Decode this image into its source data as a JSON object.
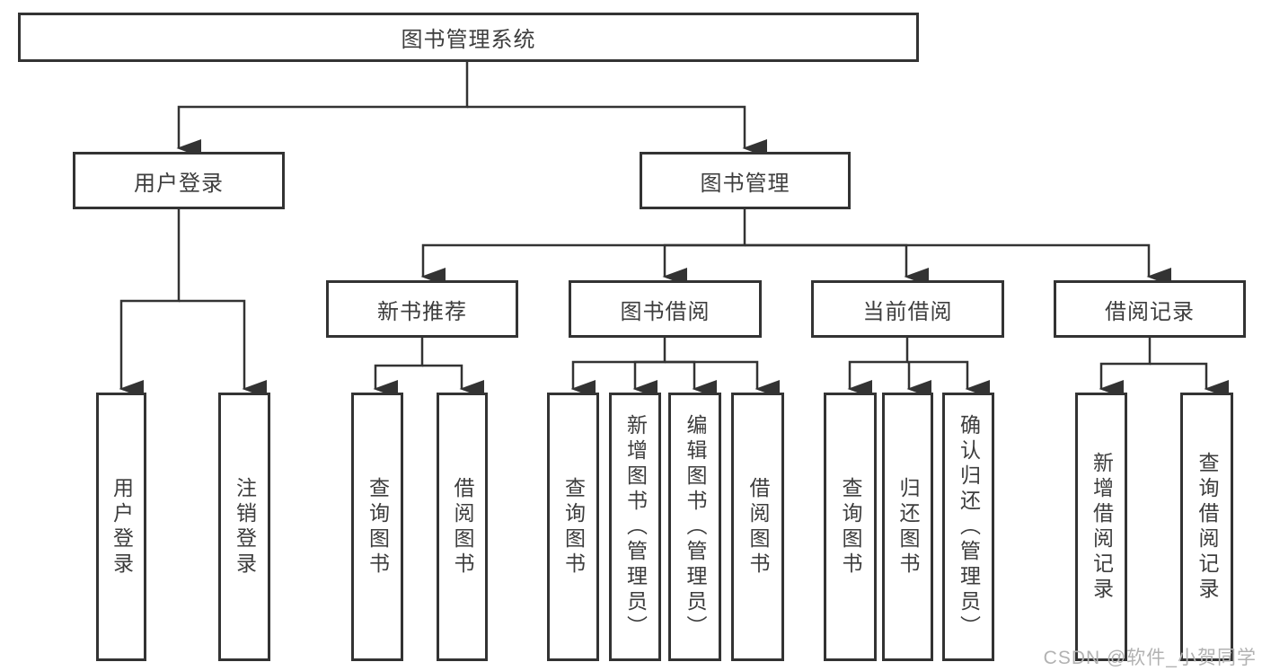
{
  "tree": {
    "label": "图书管理系统",
    "children": [
      {
        "label": "用户登录",
        "children": [
          {
            "label": "用户登录"
          },
          {
            "label": "注销登录"
          }
        ]
      },
      {
        "label": "图书管理",
        "children": [
          {
            "label": "新书推荐",
            "children": [
              {
                "label": "查询图书"
              },
              {
                "label": "借阅图书"
              }
            ]
          },
          {
            "label": "图书借阅",
            "children": [
              {
                "label": "查询图书"
              },
              {
                "label": "新增图书（管理员）"
              },
              {
                "label": "编辑图书（管理员）"
              },
              {
                "label": "借阅图书"
              }
            ]
          },
          {
            "label": "当前借阅",
            "children": [
              {
                "label": "查询图书"
              },
              {
                "label": "归还图书"
              },
              {
                "label": "确认归还（管理员）"
              }
            ]
          },
          {
            "label": "借阅记录",
            "children": [
              {
                "label": "新增借阅记录"
              },
              {
                "label": "查询借阅记录"
              }
            ]
          }
        ]
      }
    ]
  },
  "watermark": {
    "text": "CSDN @软件_小贺同学"
  },
  "colors": {
    "line": "#333333",
    "box_border": "#333333",
    "text": "#3d3d3d",
    "watermark": "#b2b2b2",
    "background": "#ffffff"
  }
}
